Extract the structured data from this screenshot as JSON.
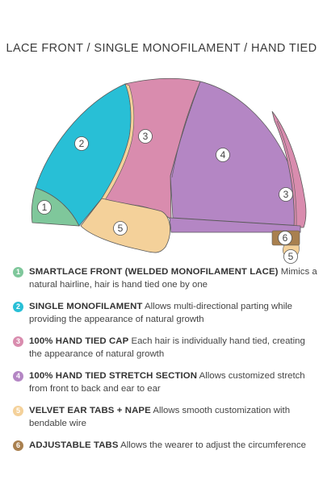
{
  "title": "LACE FRONT / SINGLE MONOFILAMENT / HAND TIED",
  "callouts": [
    "1",
    "2",
    "3",
    "4",
    "3",
    "5",
    "6",
    "5"
  ],
  "colors": {
    "c1": "#7fc79b",
    "c2": "#28bfd6",
    "c3": "#d98cae",
    "c4": "#b486c4",
    "c5": "#f4d19a",
    "c6": "#a9804f"
  },
  "legend": [
    {
      "num": "1",
      "heading": "SMARTLACE FRONT (WELDED MONOFILAMENT LACE)",
      "text": "Mimics a natural hairline, hair is hand tied one by one",
      "color": "#7fc79b"
    },
    {
      "num": "2",
      "heading": "SINGLE MONOFILAMENT",
      "text": "Allows multi-directional parting while providing the appearance of natural growth",
      "color": "#28bfd6"
    },
    {
      "num": "3",
      "heading": "100% HAND TIED CAP",
      "text": "Each hair is individually hand tied, creating the appearance of natural growth",
      "color": "#d98cae"
    },
    {
      "num": "4",
      "heading": "100% HAND TIED STRETCH SECTION",
      "text": "Allows customized stretch from front to back and ear to ear",
      "color": "#b486c4"
    },
    {
      "num": "5",
      "heading": "VELVET EAR TABS + NAPE",
      "text": "Allows smooth customization with bendable wire",
      "color": "#f4d19a"
    },
    {
      "num": "6",
      "heading": "ADJUSTABLE TABS",
      "text": "Allows the wearer to adjust the circumference",
      "color": "#a9804f"
    }
  ]
}
